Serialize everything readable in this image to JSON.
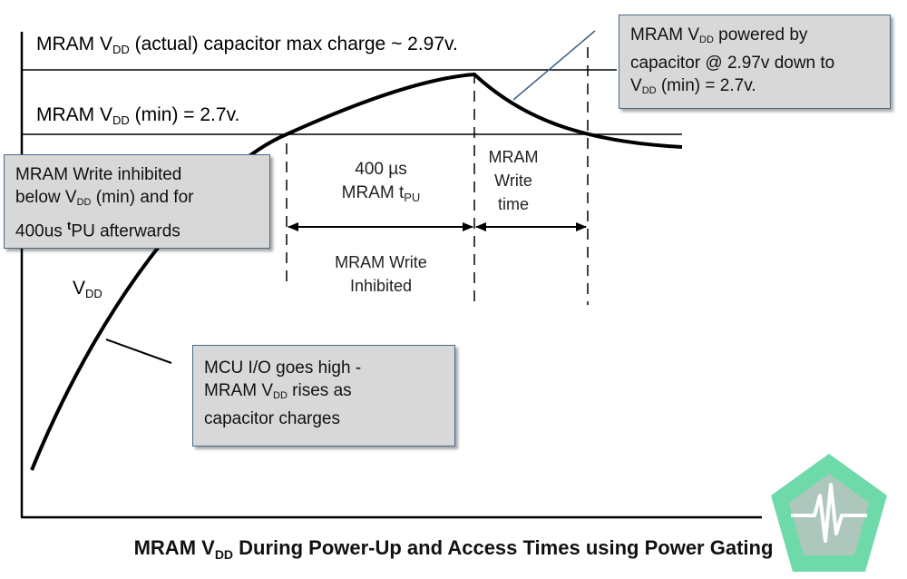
{
  "labels": {
    "actual_prefix": "MRAM V",
    "actual_sub": "DD",
    "actual_suffix": " (actual) capacitor max charge ~  2.97v.",
    "min_prefix": "MRAM V",
    "min_sub": "DD",
    "min_suffix": " (min) = 2.7v.",
    "vdd_main": "V",
    "vdd_sub": "DD"
  },
  "intervals": {
    "tpu_line1": "400 µs",
    "tpu_line2_prefix": "MRAM t",
    "tpu_line2_sub": "PU",
    "inhibit_line1": "MRAM Write",
    "inhibit_line2": "Inhibited",
    "write_line1": "MRAM",
    "write_line2": "Write",
    "write_line3": "time"
  },
  "callouts": {
    "capacitor": {
      "l1_prefix": "MRAM V",
      "l1_sub": "DD",
      "l1_suffix": " powered by",
      "l2": "capacitor @ 2.97v down to",
      "l3_prefix": "V",
      "l3_sub": "DD",
      "l3_suffix": " (min) = 2.7v."
    },
    "inhibited": {
      "l1": "MRAM Write inhibited",
      "l2_prefix": "below V",
      "l2_sub": "DD",
      "l2_suffix": " (min) and for",
      "l3_prefix": "400us ",
      "l3_sup": "t",
      "l3_suffix": "PU afterwards"
    },
    "mcu": {
      "l1": "MCU I/O goes high -",
      "l2_prefix": "MRAM V",
      "l2_sub": "DD",
      "l2_suffix": " rises as",
      "l3": "capacitor charges"
    }
  },
  "caption": {
    "prefix": "MRAM V",
    "sub": "DD",
    "suffix": " During Power-Up and Access Times using Power Gating"
  },
  "colors": {
    "curve": "#000000",
    "callout_fill": "#d8d8d8",
    "callout_border": "#4a6a8c",
    "leader_line": "#3b6184",
    "logo_green": "#5fd6a0"
  }
}
